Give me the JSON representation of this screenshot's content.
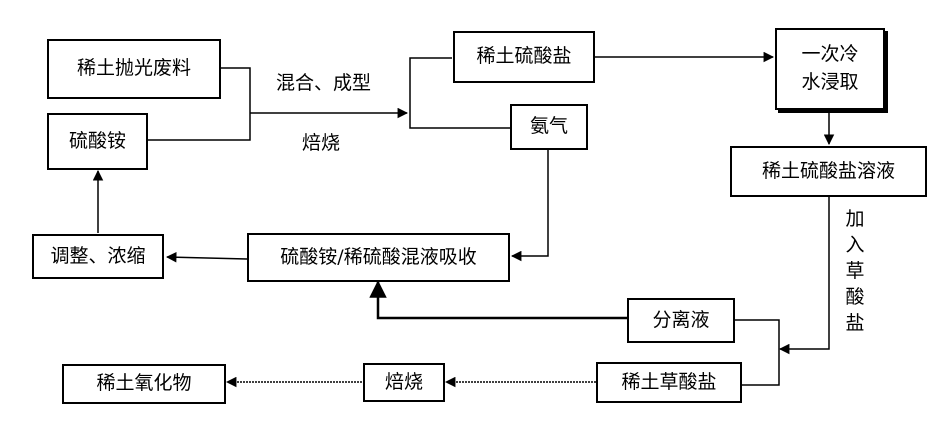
{
  "nodes": {
    "waste": "稀土抛光废料",
    "ammonium_sulfate": "硫酸铵",
    "adjust_concentrate": "调整、浓缩",
    "re_sulfate": "稀土硫酸盐",
    "ammonia": "氨气",
    "absorb": "硫酸铵/稀硫酸混液吸收",
    "cold_leach": "一次冷\n水浸取",
    "re_sulfate_solution": "稀土硫酸盐溶液",
    "separated_liquid": "分离液",
    "re_oxalate": "稀土草酸盐",
    "roast2": "焙烧",
    "re_oxide": "稀土氧化物"
  },
  "edge_labels": {
    "mix_shape": "混合、成型",
    "roast": "焙烧",
    "add_oxalate": "加入草酸盐"
  },
  "colors": {
    "line": "#000000",
    "box_border": "#000000",
    "background": "#ffffff"
  }
}
